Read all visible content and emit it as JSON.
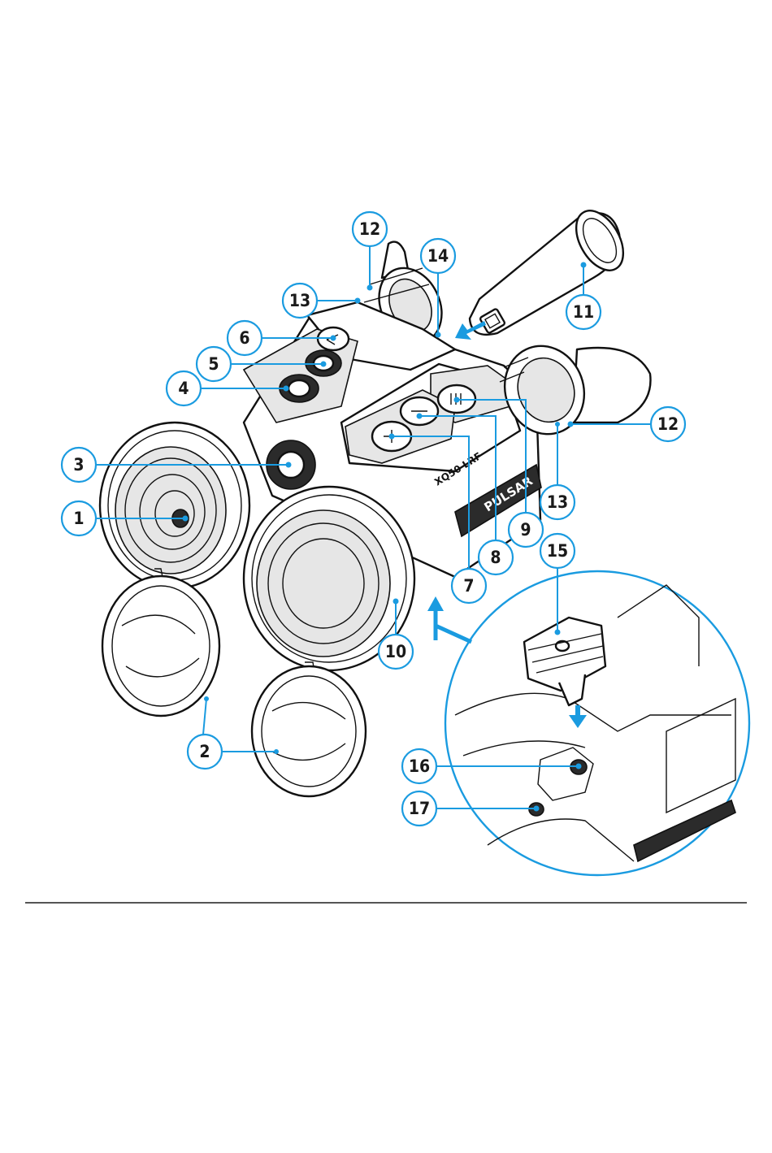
{
  "device": {
    "brand_logo": "PULSAR",
    "model_marking": "XQ50 LRF"
  },
  "callouts": [
    {
      "id": "callout-1",
      "label": "1"
    },
    {
      "id": "callout-2",
      "label": "2"
    },
    {
      "id": "callout-3",
      "label": "3"
    },
    {
      "id": "callout-4",
      "label": "4"
    },
    {
      "id": "callout-5",
      "label": "5"
    },
    {
      "id": "callout-6",
      "label": "6"
    },
    {
      "id": "callout-7",
      "label": "7"
    },
    {
      "id": "callout-8",
      "label": "8"
    },
    {
      "id": "callout-9",
      "label": "9"
    },
    {
      "id": "callout-10",
      "label": "10"
    },
    {
      "id": "callout-11",
      "label": "11"
    },
    {
      "id": "callout-12a",
      "label": "12"
    },
    {
      "id": "callout-12b",
      "label": "12"
    },
    {
      "id": "callout-13a",
      "label": "13"
    },
    {
      "id": "callout-13b",
      "label": "13"
    },
    {
      "id": "callout-14",
      "label": "14"
    },
    {
      "id": "callout-15",
      "label": "15"
    },
    {
      "id": "callout-16",
      "label": "16"
    },
    {
      "id": "callout-17",
      "label": "17"
    }
  ],
  "colors": {
    "accent": "#1a9be0",
    "ink": "#111111",
    "divider": "#555555"
  }
}
